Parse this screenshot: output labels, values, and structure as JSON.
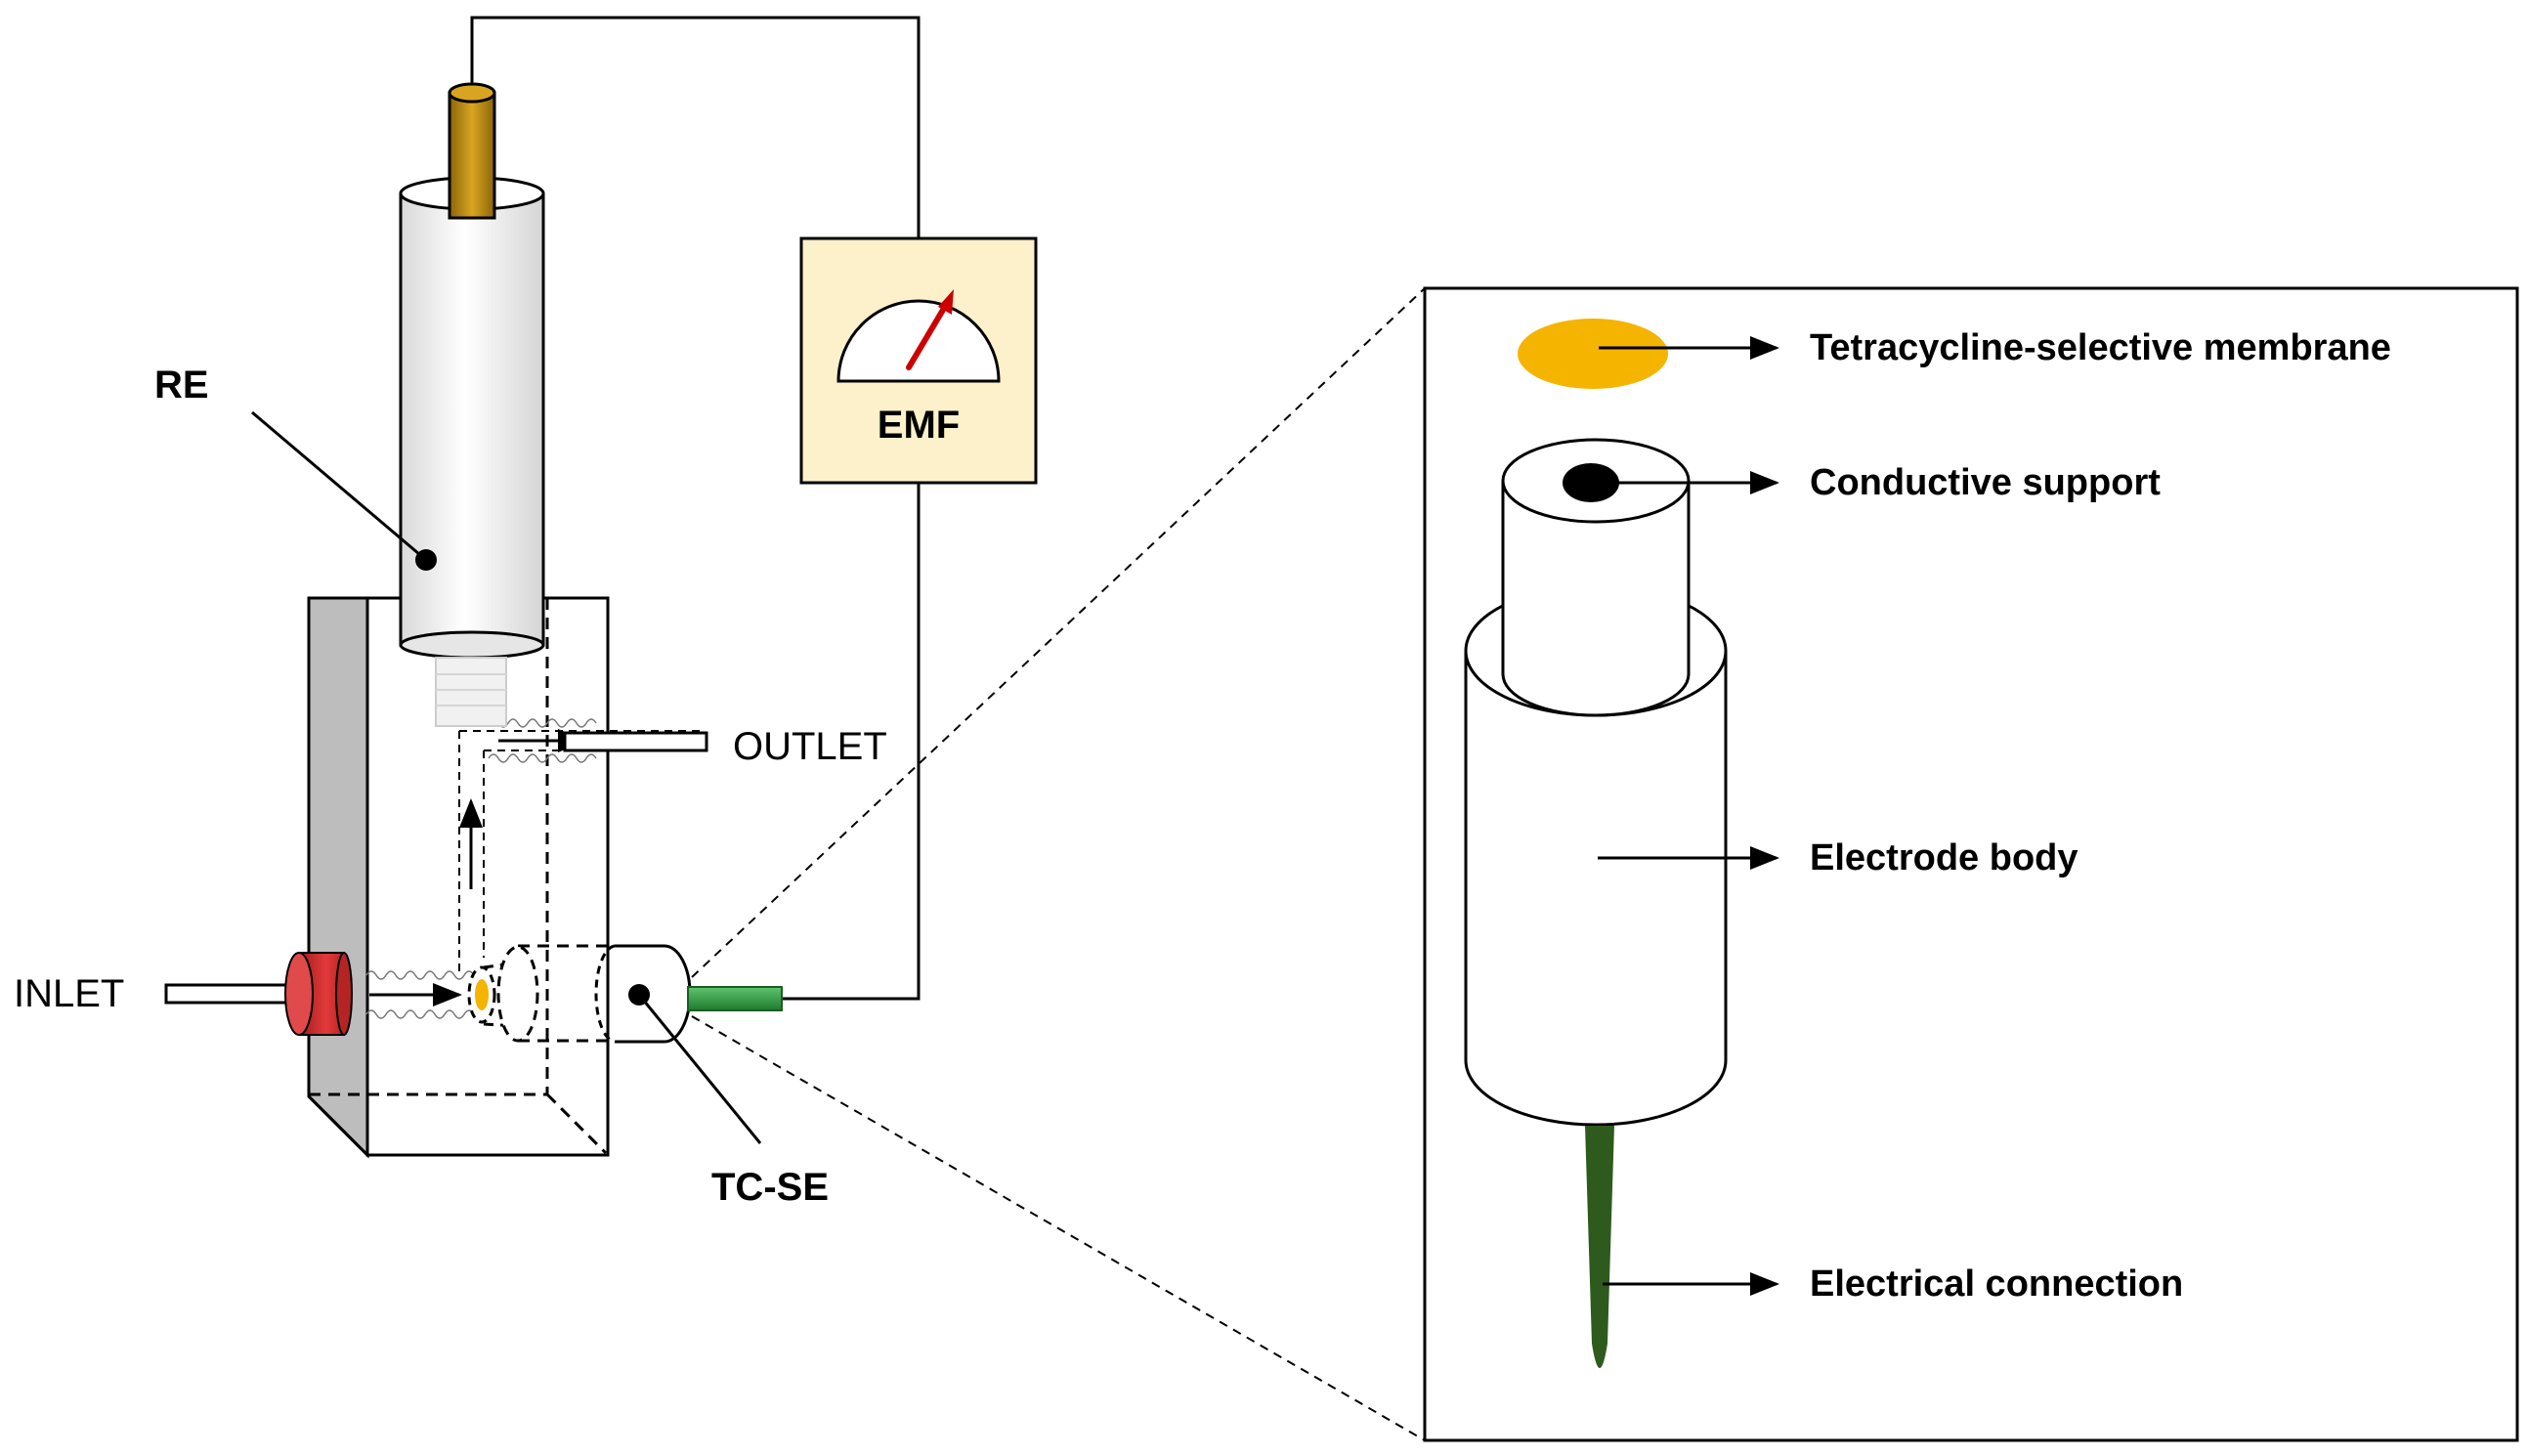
{
  "setup": {
    "labels": {
      "re": "RE",
      "outlet": "OUTLET",
      "inlet": "INLET",
      "tcse": "TC-SE",
      "emf": "EMF"
    }
  },
  "detail": {
    "labels": {
      "membrane": "Tetracycline-selective membrane",
      "support": "Conductive support",
      "body": "Electrode body",
      "connection": "Electrical connection"
    }
  },
  "colors": {
    "membrane": "#F5B400",
    "meter_bg": "#FDF1CC",
    "needle": "#CC0000",
    "pin": "#B8860B",
    "inlet_cap": "#D32F2F",
    "lead": "#2E8B3C",
    "connection": "#2F5A1E",
    "cell_side": "#BDBDBD"
  }
}
